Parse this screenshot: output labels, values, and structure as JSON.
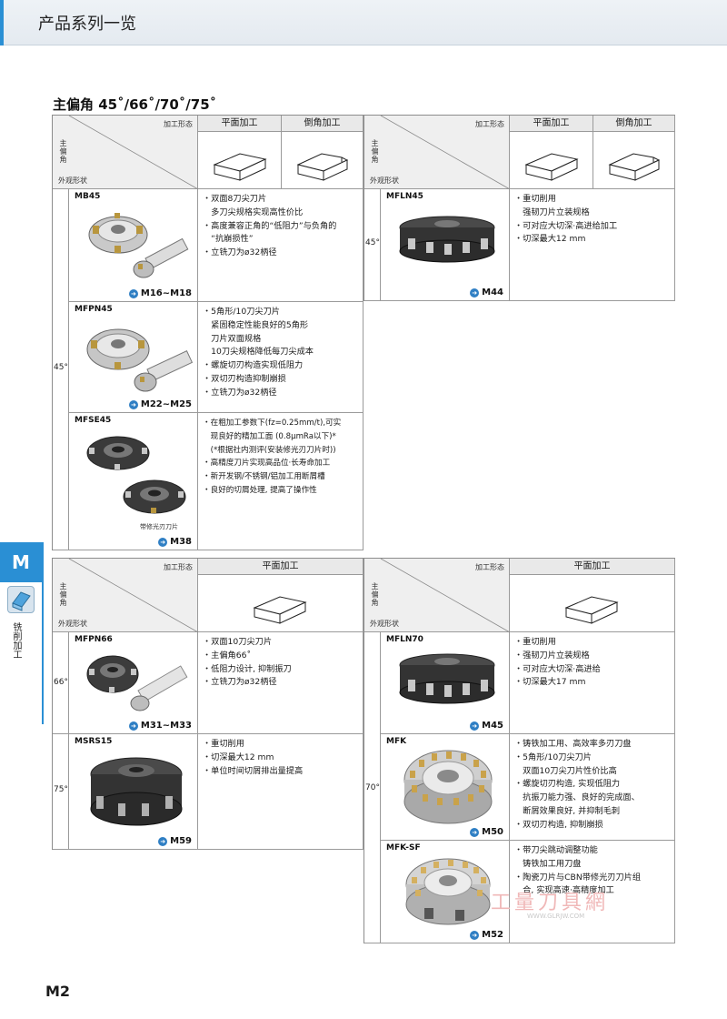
{
  "header": {
    "title": "产品系列一览"
  },
  "section": {
    "title": "主偏角 45˚/66˚/70˚/75˚"
  },
  "labels": {
    "main_angle": "主偏角",
    "processing_form": "加工形态",
    "appearance_shape": "外观形状",
    "face_milling": "平面加工",
    "chamfer": "倒角加工"
  },
  "angles": {
    "a45": "45°",
    "a66": "66°",
    "a70": "70°",
    "a75": "75°"
  },
  "products": {
    "mb45": {
      "name": "MB45",
      "ref": "M16~M18",
      "desc": [
        "・双面8刀尖刀片",
        "　多刀尖规格实现高性价比",
        "・高度兼容正角的“低阻力”与负角的",
        "　“抗崩损性”",
        "・立铣刀为ø32柄径"
      ]
    },
    "mfpn45": {
      "name": "MFPN45",
      "ref": "M22~M25",
      "desc": [
        "・5角形/10刀尖刀片",
        "　紧固稳定性能良好的5角形",
        "　刀片双面规格",
        "　10刀尖规格降低每刀尖成本",
        "・螺旋切刃构造实现低阻力",
        "・双切刃构造抑制崩损",
        "・立铣刀为ø32柄径"
      ]
    },
    "mfse45": {
      "name": "MFSE45",
      "ref": "M38",
      "caption": "带修光刃刀片",
      "desc": [
        "・在粗加工参数下(fz=0.25mm/t),可实",
        "　现良好的精加工面 (0.8μmRa以下)*",
        "　(*根据社内测评(安装修光刃刀片时))",
        "・高精度刀片实现高品位·长寿命加工",
        "・新开发钢/不锈钢/铝加工用断屑槽",
        "・良好的切屑处理, 提高了操作性"
      ]
    },
    "mfln45": {
      "name": "MFLN45",
      "ref": "M44",
      "desc": [
        "・重切削用",
        "　强韧刀片立装规格",
        "・可对应大切深·高进给加工",
        "・切深最大12 mm"
      ]
    },
    "mfpn66": {
      "name": "MFPN66",
      "ref": "M31~M33",
      "desc": [
        "・双面10刀尖刀片",
        "・主偏角66˚",
        "・低阻力设计, 抑制振刀",
        "・立铣刀为ø32柄径"
      ]
    },
    "msrs15": {
      "name": "MSRS15",
      "ref": "M59",
      "desc": [
        "・重切削用",
        "・切深最大12 mm",
        "・单位时间切屑排出量提高"
      ]
    },
    "mfln70": {
      "name": "MFLN70",
      "ref": "M45",
      "desc": [
        "・重切削用",
        "・强韧刀片立装规格",
        "・可对应大切深·高进给",
        "・切深最大17 mm"
      ]
    },
    "mfk": {
      "name": "MFK",
      "ref": "M50",
      "desc": [
        "・铸铁加工用、高效率多刃刀盘",
        "・5角形/10刀尖刀片",
        "　双面10刀尖刀片性价比高",
        "・螺旋切刃构造, 实现低阻力",
        "　抗振刀能力强、良好的完成面、",
        "　断屑效果良好, 并抑制毛刺",
        "・双切刃构造, 抑制崩损"
      ]
    },
    "mfksf": {
      "name": "MFK-SF",
      "ref": "M52",
      "desc": [
        "・带刀尖跳动调整功能",
        "　铸铁加工用刀盘",
        "・陶瓷刀片与CBN带修光刃刀片组",
        "　合, 实现高速·高精度加工"
      ]
    }
  },
  "side_tab": {
    "letter": "M",
    "text": "铣削加工"
  },
  "page": {
    "number": "M2"
  },
  "watermark": {
    "text": "工量刀具網",
    "url": "WWW.GLRJW.COM"
  },
  "colors": {
    "accent": "#2a8fd4",
    "header_bg": "#e9e9e9",
    "ref_icon": "#2f7fc4"
  }
}
